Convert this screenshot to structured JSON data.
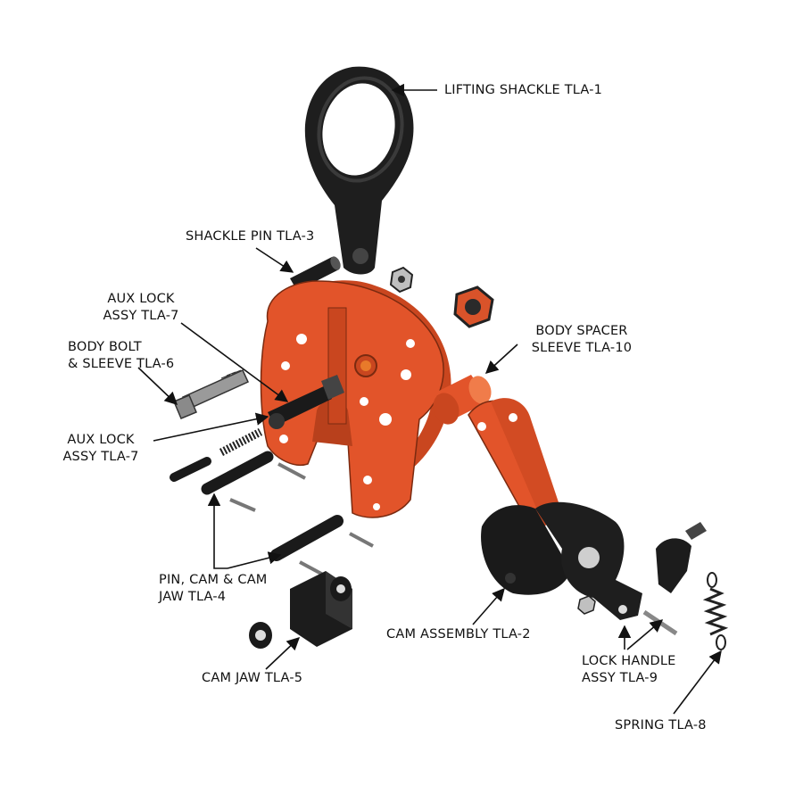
{
  "diagram": {
    "colors": {
      "body_orange": "#e2542a",
      "body_orange_dark": "#b8401c",
      "part_black": "#2a2a2a",
      "part_dark": "#121212",
      "leader_line": "#111111",
      "background": "#ffffff"
    },
    "labels": {
      "lifting_shackle": "LIFTING SHACKLE TLA-1",
      "shackle_pin": "SHACKLE PIN TLA-3",
      "aux_lock_top_line1": "AUX LOCK",
      "aux_lock_top_line2": "ASSY TLA-7",
      "body_bolt_line1": "BODY BOLT",
      "body_bolt_line2": "& SLEEVE TLA-6",
      "aux_lock_mid_line1": "AUX LOCK",
      "aux_lock_mid_line2": "ASSY TLA-7",
      "body_spacer_line1": "BODY SPACER",
      "body_spacer_line2": "SLEEVE TLA-10",
      "pin_cam_line1": "PIN, CAM & CAM",
      "pin_cam_line2": "JAW TLA-4",
      "cam_assembly": "CAM ASSEMBLY TLA-2",
      "cam_jaw": "CAM JAW TLA-5",
      "lock_handle_line1": "LOCK HANDLE",
      "lock_handle_line2": "ASSY TLA-9",
      "spring": "SPRING TLA-8"
    }
  }
}
